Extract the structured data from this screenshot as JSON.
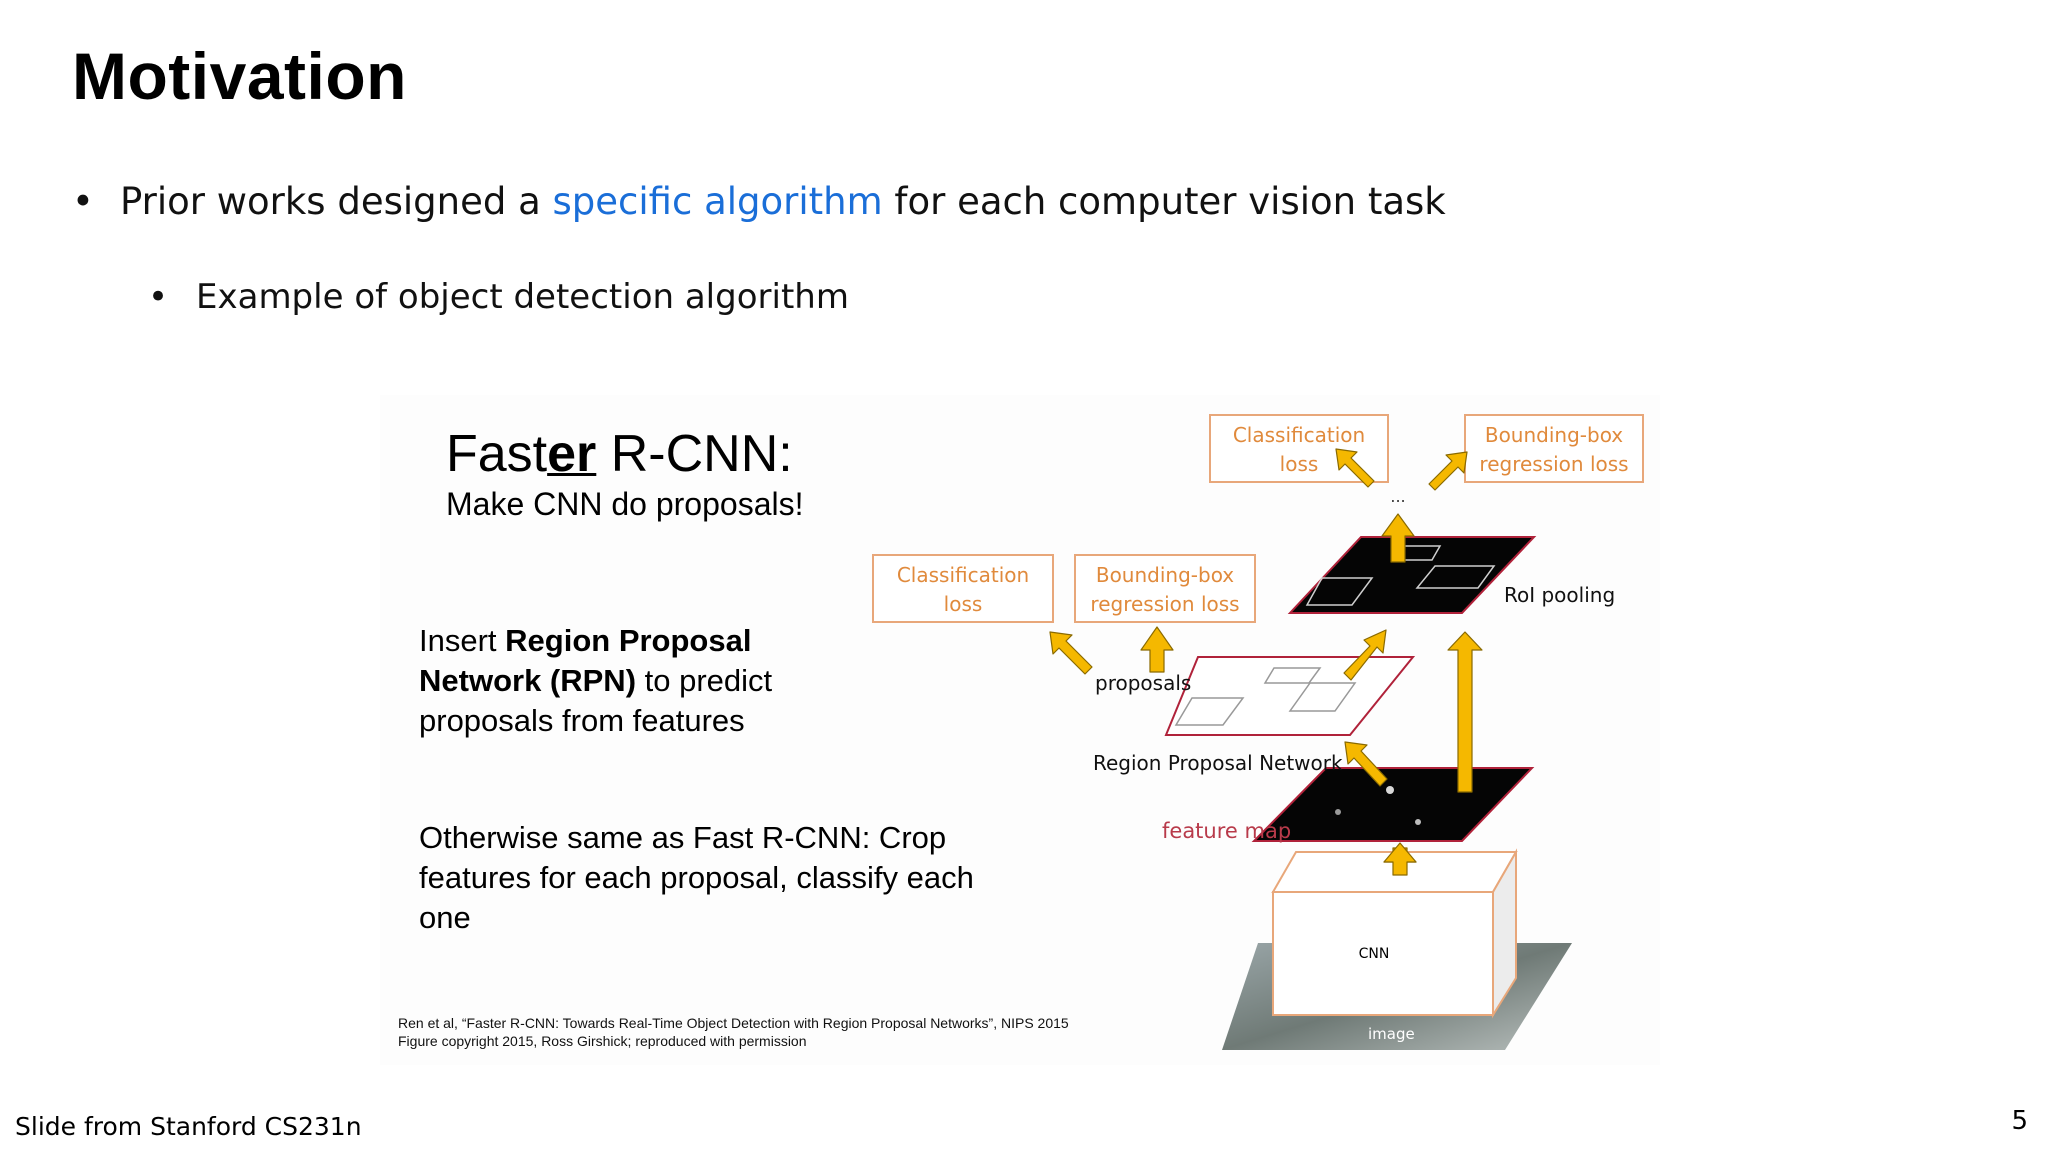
{
  "slide": {
    "title": "Motivation",
    "bullet1_before": "Prior works designed a ",
    "bullet1_highlight": "specific algorithm",
    "bullet1_after": " for each computer vision task",
    "bullet2": "Example of object detection algorithm",
    "footer": "Slide from Stanford CS231n",
    "page_number": "5"
  },
  "figure": {
    "title_pre": "Fast",
    "title_em": "er",
    "title_post": " R-CNN:",
    "subtitle": "Make CNN do proposals!",
    "para1_pre": "Insert ",
    "para1_bold": "Region Proposal Network (RPN)",
    "para1_post": " to predict proposals from features",
    "para2": "Otherwise same as Fast R-CNN: Crop features for each proposal, classify each one",
    "citation_line1": "Ren et al, “Faster R-CNN: Towards Real-Time Object Detection with Region Proposal Networks”, NIPS 2015",
    "citation_line2": "Figure copyright 2015, Ross Girshick; reproduced with permission"
  },
  "diagram": {
    "top_cls_line1": "Classification",
    "top_cls_line2": "loss",
    "top_bbox_line1": "Bounding-box",
    "top_bbox_line2": "regression loss",
    "mid_cls_line1": "Classification",
    "mid_cls_line2": "loss",
    "mid_bbox_line1": "Bounding-box",
    "mid_bbox_line2": "regression loss",
    "ellipsis": "...",
    "roi_pooling": "RoI pooling",
    "proposals": "proposals",
    "rpn": "Region Proposal Network",
    "feature_map": "feature map",
    "cnn": "CNN",
    "image": "image"
  },
  "colors": {
    "accent_blue": "#1a6ed8",
    "box_border": "#e8a77a",
    "box_text": "#e08a3c",
    "arrow": "#f5b800",
    "feature_map_text": "#b83a4a",
    "layer_border": "#b0223a"
  }
}
